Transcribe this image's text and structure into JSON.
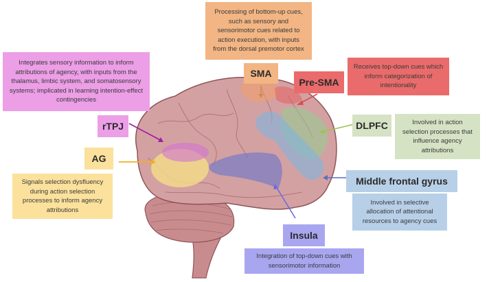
{
  "title": "Brain regions involved in sense of agency",
  "colors": {
    "sma": "#f2b583",
    "presma": "#ea6b6b",
    "rtpj": "#ec9ee6",
    "ag": "#fbe19c",
    "dlpfc": "#d6e2c4",
    "mfg": "#b8cfe8",
    "insula": "#a9a6f0"
  },
  "regions": {
    "sma": {
      "label": "SMA",
      "description": "Processing of bottom-up cues, such as sensory and sensorimotor cues related to action execution, with inputs from the dorsal premotor cortex"
    },
    "presma": {
      "label": "Pre-SMA",
      "description": "Receives top-down cues which inform categorization of intentionality"
    },
    "rtpj": {
      "label": "rTPJ",
      "description": "Integrates sensory information to inform attributions of agency, with inputs from the thalamus, limbic system, and somatosensory systems; implicated in learning intention-effect contingencies"
    },
    "ag": {
      "label": "AG",
      "description": "Signals selection dysfluency during action selection processes to inform agency attributions"
    },
    "dlpfc": {
      "label": "DLPFC",
      "description": "Involved in action selection processes that influence agency attributions"
    },
    "mfg": {
      "label": "Middle frontal gyrus",
      "description": "Involved in selective allocation of attentional resources to agency cues"
    },
    "insula": {
      "label": "Insula",
      "description": "Integration of top-down cues with sensorimotor information"
    }
  }
}
